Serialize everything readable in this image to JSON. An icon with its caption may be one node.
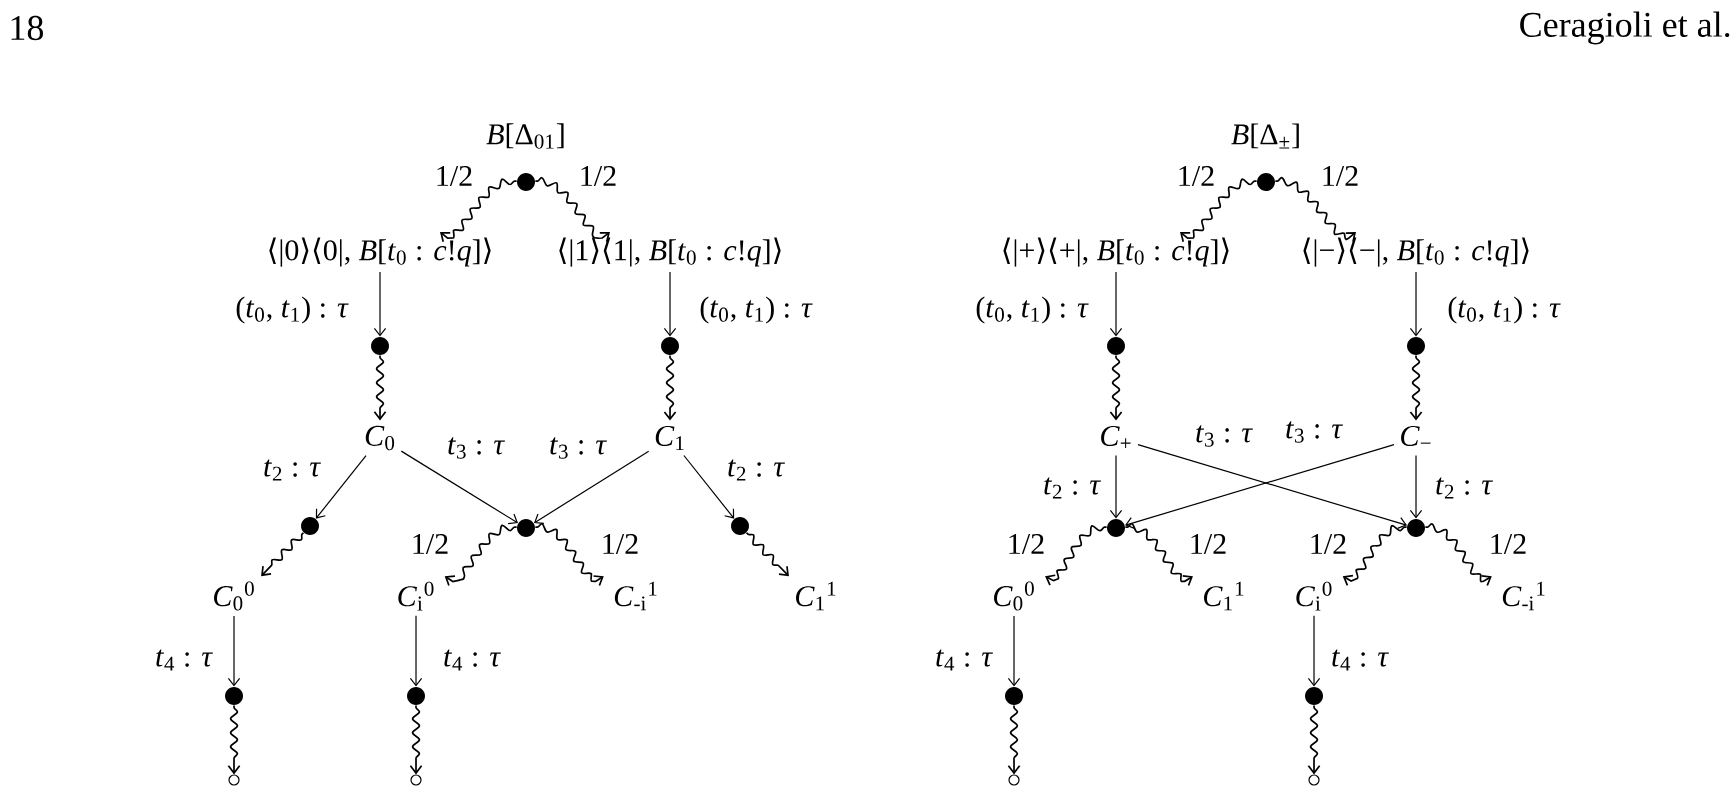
{
  "diagram": {
    "nodes": [
      {
        "text": [],
        "shape": "dot",
        "beside": [
          "*B*[Δ$_{01}$]"
        ]
      },
      {
        "text": [
          "⟨|0⟩⟨0|, *B*[*t*$_{0}$ : *c*!*q*]⟩"
        ]
      },
      {
        "text": [
          "⟨|1⟩⟨1|, *B*[*t*$_{0}$ : *c*!*q*]⟩"
        ]
      },
      {
        "text": [],
        "shape": "dot"
      },
      {
        "text": [],
        "shape": "dot"
      },
      {
        "text": [
          "*C*$_{0}$"
        ]
      },
      {
        "text": [
          "*C*$_{1}$"
        ]
      },
      {
        "text": [],
        "shape": "dot"
      },
      {
        "text": [],
        "shape": "dot"
      },
      {
        "text": [],
        "shape": "dot"
      },
      {
        "text": [
          "*C*$_{0}$$^{0}$"
        ]
      },
      {
        "text": [
          "*C*$_{i}$$^{0}$"
        ]
      },
      {
        "text": [
          "*C*$_{-i}$$^{1}$"
        ]
      },
      {
        "text": [
          "*C*$_{1}$$^{1}$"
        ]
      },
      {
        "text": [],
        "shape": "dot"
      },
      {
        "text": [],
        "shape": "dot"
      },
      {
        "text": [],
        "shape": "circle"
      },
      {
        "text": [],
        "shape": "circle"
      },
      {
        "text": [],
        "shape": "dot",
        "beside": [
          "*B*[Δ$_{±}$]"
        ]
      },
      {
        "text": [
          "⟨|+⟩⟨+|, *B*[*t*$_{0}$ : *c*!*q*]⟩"
        ]
      },
      {
        "text": [
          "⟨|−⟩⟨−|, *B*[*t*$_{0}$ : *c*!*q*]⟩"
        ]
      },
      {
        "text": [],
        "shape": "dot"
      },
      {
        "text": [],
        "shape": "dot"
      },
      {
        "text": [
          "*C*$_{+}$"
        ]
      },
      {
        "text": [
          "*C*$_{−}$"
        ]
      },
      {
        "text": [],
        "shape": "dot"
      },
      {
        "text": [],
        "shape": "dot"
      },
      {
        "text": [
          "*C*$_{0}$$^{0}$"
        ]
      },
      {
        "text": [
          "*C*$_{1}$$^{1}$"
        ]
      },
      {
        "text": [
          "*C*$_{i}$$^{0}$"
        ]
      },
      {
        "text": [
          "*C*$_{-i}$$^{1}$"
        ]
      },
      {
        "text": [],
        "shape": "dot"
      },
      {
        "text": [],
        "shape": "dot"
      },
      {
        "text": [],
        "shape": "circle"
      },
      {
        "text": [],
        "shape": "circle"
      }
    ],
    "edges": [
      {
        "from": 0,
        "to": 1,
        "arrow": "to",
        "label": "1/2"
      },
      {
        "from": 0,
        "to": 2,
        "arrow": "to",
        "label": "1/2"
      },
      {
        "from": 1,
        "to": 3,
        "arrow": "to",
        "label": "(*t*$_{0}$, *t*$_{1}$) : *τ*"
      },
      {
        "from": 3,
        "to": 5,
        "arrow": "to"
      },
      {
        "from": 2,
        "to": 4,
        "arrow": "to",
        "label": "(*t*$_{0}$, *t*$_{1}$) : *τ*"
      },
      {
        "from": 4,
        "to": 6,
        "arrow": "to"
      },
      {
        "from": 5,
        "to": 7,
        "arrow": "to",
        "label": "*t*$_{2}$ : *τ*"
      },
      {
        "from": 7,
        "to": 10,
        "arrow": "to"
      },
      {
        "from": 5,
        "to": 8,
        "arrow": "to",
        "label": "*t*$_{3}$ : *τ*"
      },
      {
        "from": 6,
        "to": 8,
        "arrow": "to",
        "label": "*t*$_{3}$ : *τ*"
      },
      {
        "from": 6,
        "to": 9,
        "arrow": "to",
        "label": "*t*$_{2}$ : *τ*"
      },
      {
        "from": 8,
        "to": 11,
        "arrow": "to",
        "label": "1/2"
      },
      {
        "from": 8,
        "to": 12,
        "arrow": "to",
        "label": "1/2"
      },
      {
        "from": 9,
        "to": 13,
        "arrow": "to"
      },
      {
        "from": 10,
        "to": 14,
        "arrow": "to",
        "label": "*t*$_{4}$ : *τ*"
      },
      {
        "from": 14,
        "to": 16,
        "arrow": "to"
      },
      {
        "from": 11,
        "to": 15,
        "arrow": "to",
        "label": "*t*$_{4}$ : *τ*"
      },
      {
        "from": 15,
        "to": 17,
        "arrow": "to"
      },
      {
        "from": 18,
        "to": 19,
        "arrow": "to",
        "label": "1/2"
      },
      {
        "from": 18,
        "to": 20,
        "arrow": "to",
        "label": "1/2"
      },
      {
        "from": 19,
        "to": 21,
        "arrow": "to",
        "label": "(*t*$_{0}$, *t*$_{1}$) : *τ*"
      },
      {
        "from": 21,
        "to": 23,
        "arrow": "to"
      },
      {
        "from": 20,
        "to": 22,
        "arrow": "to",
        "label": "(*t*$_{0}$, *t*$_{1}$) : *τ*"
      },
      {
        "from": 22,
        "to": 24,
        "arrow": "to"
      },
      {
        "from": 23,
        "to": 25,
        "arrow": "to",
        "label": "*t*$_{2}$ : *τ*"
      },
      {
        "from": 23,
        "to": 26,
        "arrow": "to",
        "label": "*t*$_{3}$ : *τ*"
      },
      {
        "from": 24,
        "to": 25,
        "arrow": "to",
        "label": "*t*$_{3}$ : *τ*"
      },
      {
        "from": 24,
        "to": 26,
        "arrow": "to",
        "label": "*t*$_{2}$ : *τ*"
      },
      {
        "from": 25,
        "to": 27,
        "arrow": "to",
        "label": "1/2"
      },
      {
        "from": 25,
        "to": 28,
        "arrow": "to",
        "label": "1/2"
      },
      {
        "from": 26,
        "to": 29,
        "arrow": "to",
        "label": "1/2"
      },
      {
        "from": 26,
        "to": 30,
        "arrow": "to",
        "label": "1/2"
      },
      {
        "from": 27,
        "to": 31,
        "arrow": "to",
        "label": "*t*$_{4}$ : *τ*"
      },
      {
        "from": 31,
        "to": 33,
        "arrow": "to"
      },
      {
        "from": 29,
        "to": 32,
        "arrow": "to",
        "label": "*t*$_{4}$ : *τ*"
      },
      {
        "from": 32,
        "to": 34,
        "arrow": "to"
      }
    ],
    "labels": [
      "18",
      "Ceragioli et al."
    ]
  }
}
